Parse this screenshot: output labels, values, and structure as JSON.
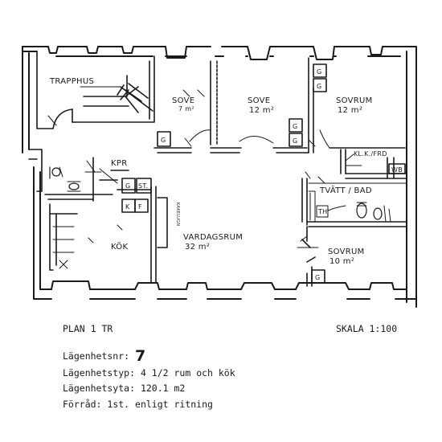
{
  "plan": {
    "rooms": {
      "trapphus": "TRAPPHUS",
      "sove_small": "SOVE",
      "sove_small_area": "7 m²",
      "sove_mid": "SOVE",
      "sove_mid_area": "12 m²",
      "sovrum_top": "SOVRUM",
      "sovrum_top_area": "12 m²",
      "klk": "KL.K./FRD",
      "wb": "WB",
      "tvatt_bad": "TVÄTT / BAD",
      "th": "TH",
      "kpr": "KPR",
      "st": "ST.",
      "g": "G",
      "k": "K",
      "f": "F",
      "kok": "KÖK",
      "kakelugn": "KAKELUGN",
      "vardagsrum": "VARDAGSRUM",
      "vardagsrum_area": "32 m²",
      "sovrum_bottom": "SOVRUM",
      "sovrum_bottom_area": "10 m²"
    }
  },
  "info": {
    "plan_label": "PLAN 1 TR",
    "scale": "SKALA 1:100",
    "apartment_number_label": "Lägenhetsnr:",
    "apartment_number": "7",
    "type_label": "Lägenhetstyp:",
    "type_value": "4 1/2 rum och kök",
    "area_label": "Lägenhetsyta:",
    "area_value": "120.1 m2",
    "storage_label": "Förråd:",
    "storage_value": "1st. enligt ritning"
  }
}
